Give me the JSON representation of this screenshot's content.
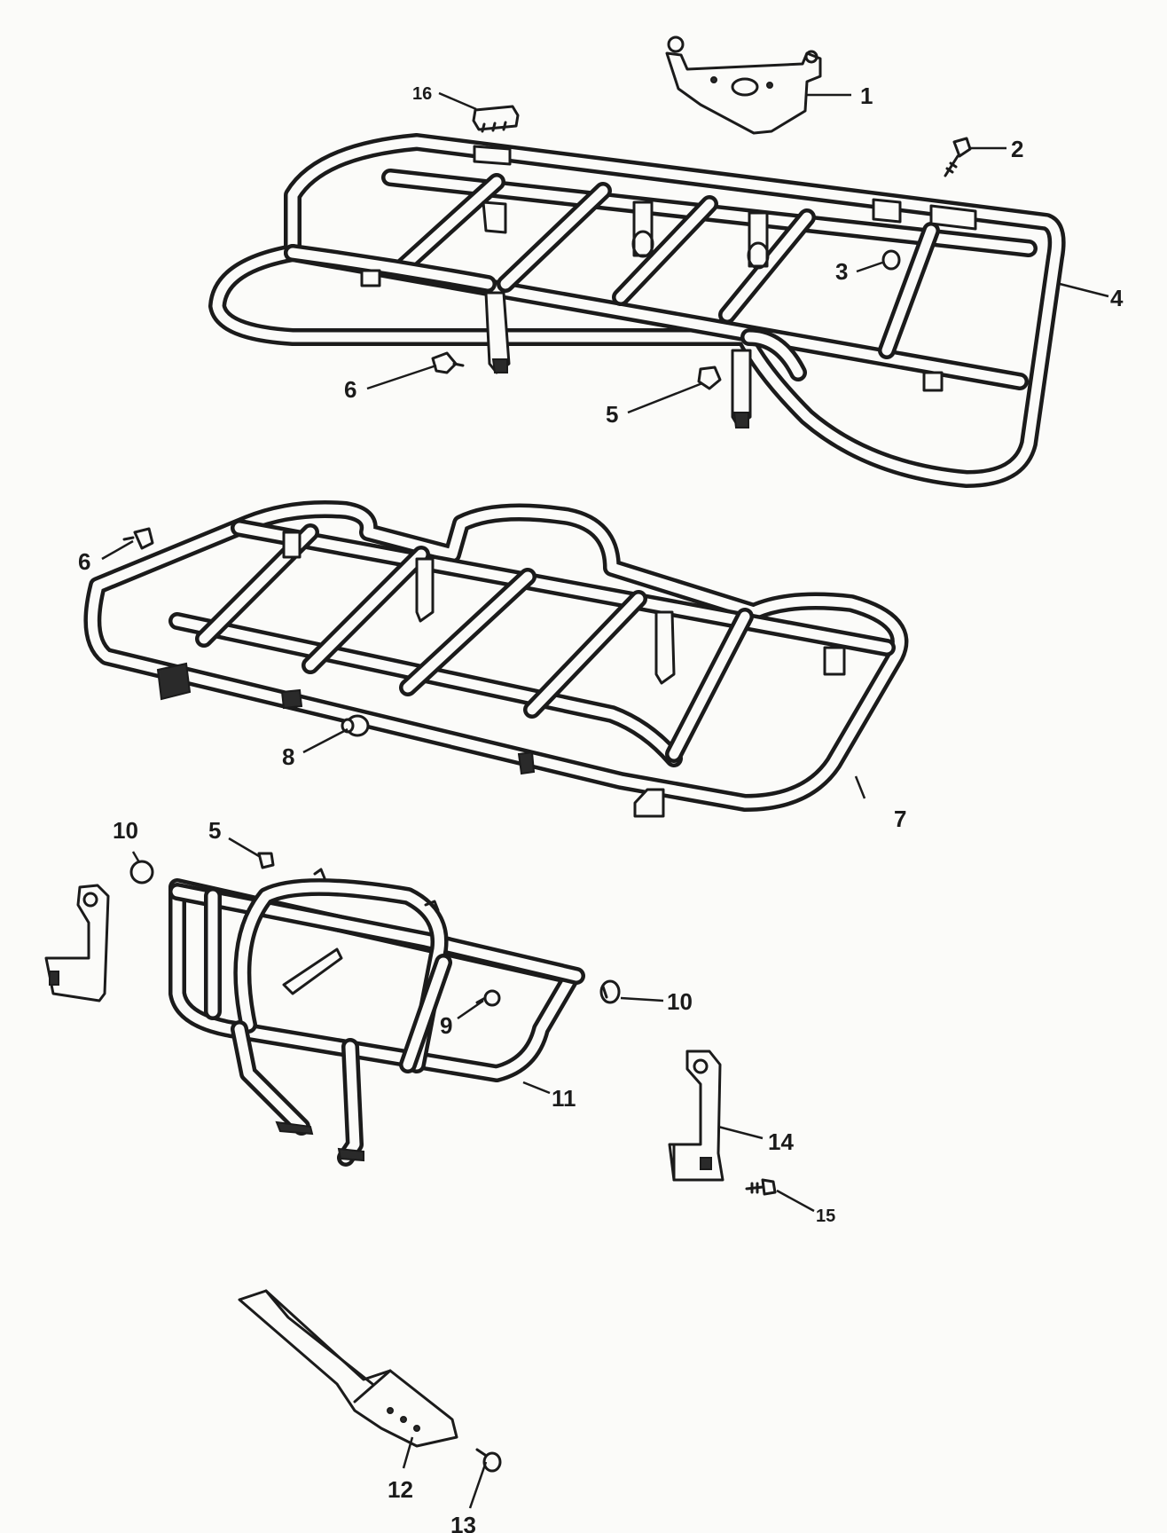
{
  "callouts": {
    "c1": "1",
    "c2": "2",
    "c3": "3",
    "c4": "4",
    "c5a": "5",
    "c5b": "5",
    "c6a": "6",
    "c6b": "6",
    "c7": "7",
    "c8": "8",
    "c9": "9",
    "c10a": "10",
    "c10b": "10",
    "c11": "11",
    "c12": "12",
    "c13": "13",
    "c14": "14",
    "c15": "15",
    "c16": "16"
  },
  "colors": {
    "ink": "#1b1b1b",
    "paper": "#fbfbf9"
  }
}
